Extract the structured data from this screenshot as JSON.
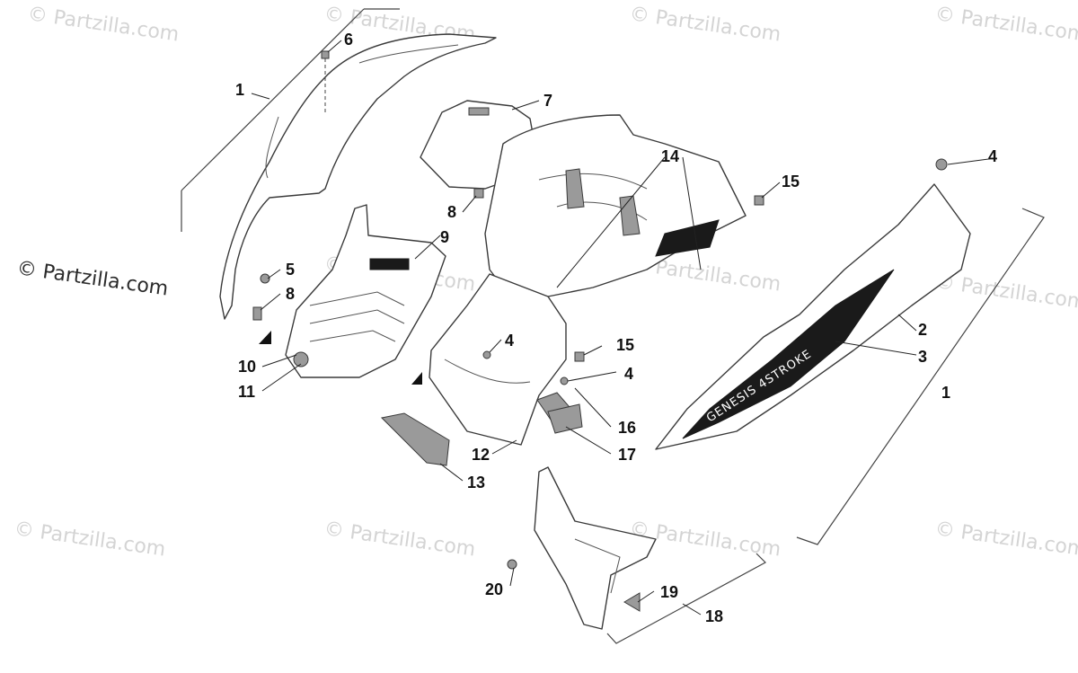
{
  "watermarks": {
    "repeat_text": "© Partzilla.com",
    "main_text": "© Partzilla.com"
  },
  "callouts": {
    "c1a": "1",
    "c1b": "1",
    "c2": "2",
    "c3": "3",
    "c4a": "4",
    "c4b": "4",
    "c4c": "4",
    "c5": "5",
    "c6": "6",
    "c7": "7",
    "c8a": "8",
    "c8b": "8",
    "c9": "9",
    "c10": "10",
    "c11": "11",
    "c12": "12",
    "c13": "13",
    "c14": "14",
    "c15a": "15",
    "c15b": "15",
    "c16": "16",
    "c17": "17",
    "c18": "18",
    "c19": "19",
    "c20": "20"
  },
  "decal": {
    "text": "GENESIS 4STROKE"
  },
  "colors": {
    "line": "#3a3a3a",
    "watermark": "#d4d4d4",
    "decal": "#1a1a1a"
  }
}
